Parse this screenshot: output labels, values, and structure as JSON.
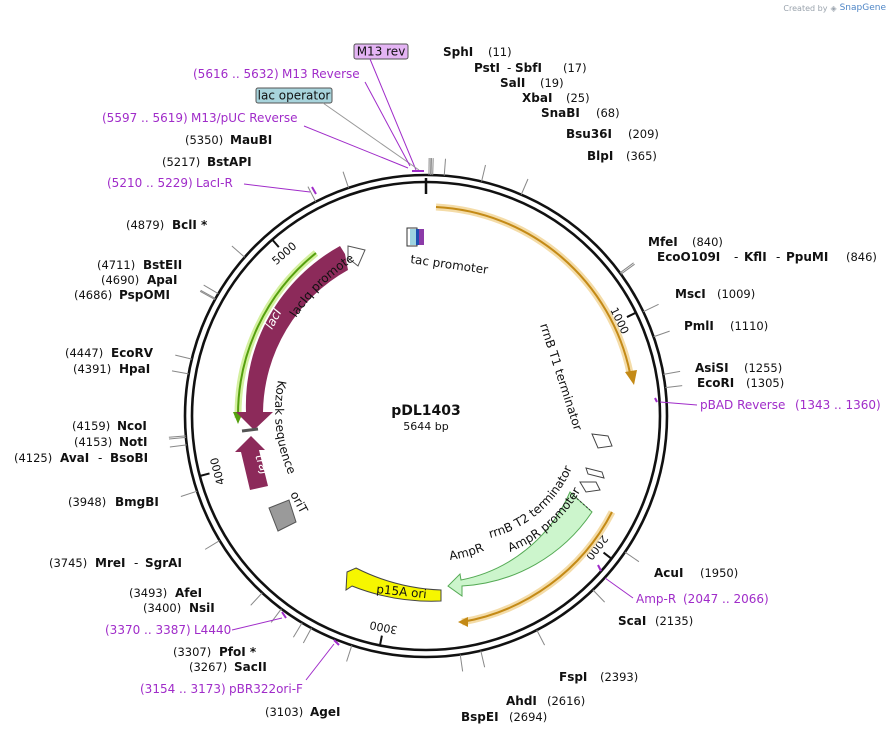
{
  "credit": {
    "created_by": "Created by",
    "brand": "SnapGene"
  },
  "plasmid": {
    "name": "pDL1403",
    "size_label": "5644 bp",
    "length": 5644
  },
  "ticks": [
    {
      "label": "1000",
      "bp": 1000
    },
    {
      "label": "2000",
      "bp": 2000
    },
    {
      "label": "3000",
      "bp": 3000
    },
    {
      "label": "4000",
      "bp": 4000
    },
    {
      "label": "5000",
      "bp": 5000
    }
  ],
  "enzymes": [
    {
      "name": "SphI",
      "pos": "(11)",
      "bp": 11
    },
    {
      "name": "PstI",
      "name2": "SbfI",
      "pos": "(17)",
      "bp": 17
    },
    {
      "name": "SalI",
      "pos": "(19)",
      "bp": 19
    },
    {
      "name": "XbaI",
      "pos": "(25)",
      "bp": 25
    },
    {
      "name": "SnaBI",
      "pos": "(68)",
      "bp": 68
    },
    {
      "name": "Bsu36I",
      "pos": "(209)",
      "bp": 209
    },
    {
      "name": "BlpI",
      "pos": "(365)",
      "bp": 365
    },
    {
      "name": "MfeI",
      "pos": "(840)",
      "bp": 840
    },
    {
      "name": "EcoO109I",
      "name2": "KflI",
      "name3": "PpuMI",
      "pos": "(846)",
      "bp": 846
    },
    {
      "name": "MscI",
      "pos": "(1009)",
      "bp": 1009
    },
    {
      "name": "PmlI",
      "pos": "(1110)",
      "bp": 1110
    },
    {
      "name": "AsiSI",
      "pos": "(1255)",
      "bp": 1255
    },
    {
      "name": "EcoRI",
      "pos": "(1305)",
      "bp": 1305
    },
    {
      "name": "AcuI",
      "pos": "(1950)",
      "bp": 1950
    },
    {
      "name": "ScaI",
      "pos": "(2135)",
      "bp": 2135
    },
    {
      "name": "FspI",
      "pos": "(2393)",
      "bp": 2393
    },
    {
      "name": "AhdI",
      "pos": "(2616)",
      "bp": 2616
    },
    {
      "name": "BspEI",
      "pos": "(2694)",
      "bp": 2694
    },
    {
      "name": "AgeI",
      "pos": "(3103)",
      "bp": 3103
    },
    {
      "name": "SacII",
      "pos": "(3267)",
      "bp": 3267
    },
    {
      "name": "PfoI *",
      "pos": "(3307)",
      "bp": 3307
    },
    {
      "name": "NsiI",
      "pos": "(3400)",
      "bp": 3400
    },
    {
      "name": "AfeI",
      "pos": "(3493)",
      "bp": 3493
    },
    {
      "name": "MreI",
      "name2": "SgrAI",
      "pos": "(3745)",
      "bp": 3745
    },
    {
      "name": "BmgBI",
      "pos": "(3948)",
      "bp": 3948
    },
    {
      "name": "AvaI",
      "name2": "BsoBI",
      "pos": "(4125)",
      "bp": 4125
    },
    {
      "name": "NotI",
      "pos": "(4153)",
      "bp": 4153
    },
    {
      "name": "NcoI",
      "pos": "(4159)",
      "bp": 4159
    },
    {
      "name": "HpaI",
      "pos": "(4391)",
      "bp": 4391
    },
    {
      "name": "EcoRV",
      "pos": "(4447)",
      "bp": 4447
    },
    {
      "name": "PspOMI",
      "pos": "(4686)",
      "bp": 4686
    },
    {
      "name": "ApaI",
      "pos": "(4690)",
      "bp": 4690
    },
    {
      "name": "BstEII",
      "pos": "(4711)",
      "bp": 4711
    },
    {
      "name": "BclI *",
      "pos": "(4879)",
      "bp": 4879
    },
    {
      "name": "BstAPI",
      "pos": "(5217)",
      "bp": 5217
    },
    {
      "name": "MauBI",
      "pos": "(5350)",
      "bp": 5350
    }
  ],
  "primers": [
    {
      "name": "M13 Reverse",
      "pos": "(5616 .. 5632)",
      "bp": 5624
    },
    {
      "name": "M13/pUC Reverse",
      "pos": "(5597 .. 5619)",
      "bp": 5608
    },
    {
      "name": "LacI-R",
      "pos": "(5210 .. 5229)",
      "bp": 5219
    },
    {
      "name": "pBAD Reverse",
      "pos": "(1343 .. 1360)",
      "bp": 1351
    },
    {
      "name": "Amp-R",
      "pos": "(2047 .. 2066)",
      "bp": 2056
    },
    {
      "name": "L4440",
      "pos": "(3370 .. 3387)",
      "bp": 3378
    },
    {
      "name": "pBR322ori-F",
      "pos": "(3154 .. 3173)",
      "bp": 3163
    }
  ],
  "boxed_features": [
    {
      "label": "M13 rev",
      "color": "#e4b4f4"
    },
    {
      "label": "lac operator",
      "color": "#a8d4dc"
    }
  ],
  "features": [
    {
      "label": "tac promoter"
    },
    {
      "label": "rrnB T1 terminator"
    },
    {
      "label": "rrnB T2 terminator"
    },
    {
      "label": "AmpR promoter"
    },
    {
      "label": "AmpR"
    },
    {
      "label": "p15A ori"
    },
    {
      "label": "oriT"
    },
    {
      "label": "traJ"
    },
    {
      "label": "Kozak sequence"
    },
    {
      "label": "lacI"
    },
    {
      "label": "lacIq promoter"
    }
  ],
  "colors": {
    "enzyme_text": "#111111",
    "primer": "#a02cc9",
    "orf": "#f0b030",
    "lacI": "#8c2a5a",
    "ampR": "#ccf5cc",
    "p15A": "#f6f600",
    "oriT": "#9a9a9a",
    "lacI_orf": "#66aa22"
  }
}
